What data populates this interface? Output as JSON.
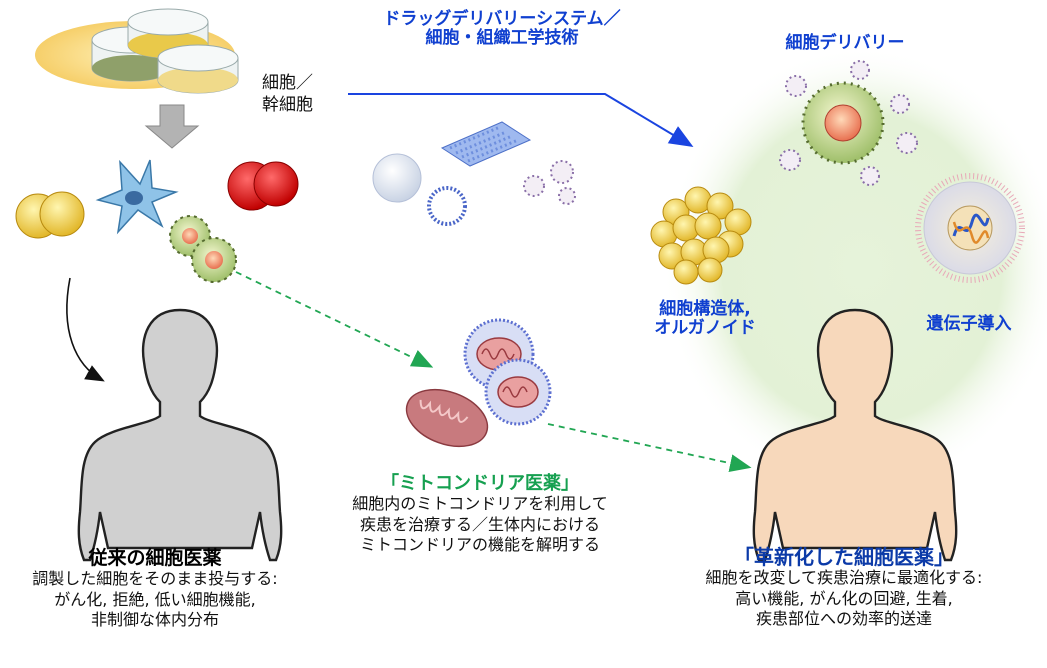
{
  "cells_label": [
    "細胞／",
    "幹細胞"
  ],
  "dds_heading": [
    "ドラッグデリバリーシステム／",
    "細胞・組織工学技術"
  ],
  "cell_delivery_label": "細胞デリバリー",
  "organoid_label": [
    "細胞構造体,",
    "オルガノイド"
  ],
  "gene_transfer_label": "遺伝子導入",
  "conventional": {
    "title": "従来の細胞医薬",
    "desc": [
      "調製した細胞をそのまま投与する:",
      "がん化, 拒絶, 低い細胞機能,",
      "非制御な体内分布"
    ]
  },
  "mito": {
    "title": "「ミトコンドリア医薬」",
    "desc": [
      "細胞内のミトコンドリアを利用して",
      "疾患を治療する／生体内における",
      "ミトコンドリアの機能を解明する"
    ]
  },
  "innovative": {
    "title": "「革新化した細胞医薬」",
    "desc": [
      "細胞を改変して疾患治療に最適化する:",
      "高い機能, がん化の回避, 生着,",
      "疾患部位への効率的送達"
    ]
  },
  "colors": {
    "blue_arrow": "#1a44e0",
    "green_arrow": "#21a653",
    "halo": "#dcefcf",
    "body_gray": "#cfcfcf",
    "body_skin": "#f7d9bd"
  }
}
